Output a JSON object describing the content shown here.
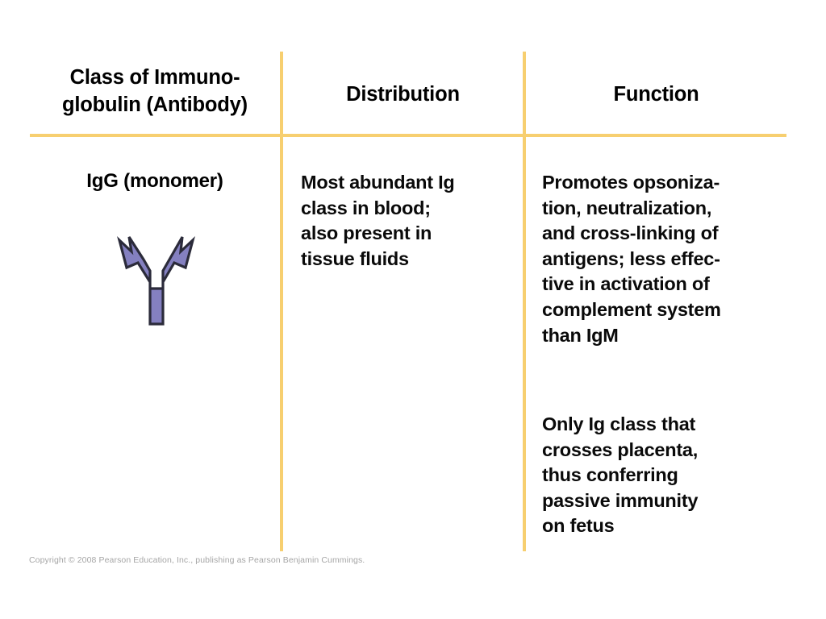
{
  "slide": {
    "background_color": "#ffffff",
    "rule_color": "#f7cf70",
    "text_color": "#000000"
  },
  "table": {
    "headers": [
      {
        "id": "class",
        "label": "Class of Immuno-\nglobulin (Antibody)"
      },
      {
        "id": "distribution",
        "label": "Distribution"
      },
      {
        "id": "function",
        "label": "Function"
      }
    ],
    "rows": [
      {
        "class_name": "IgG\n(monomer)",
        "icon": {
          "name": "antibody-monomer-icon",
          "fill_color": "#8480c0",
          "stroke_color": "#2b2b3a"
        },
        "distribution": "Most abundant Ig\nclass in blood;\nalso present in\ntissue fluids",
        "function_paragraph_1": "Promotes opsoniza-\ntion, neutralization,\nand cross-linking of\nantigens; less effec-\ntive in activation of\ncomplement system\nthan IgM",
        "function_paragraph_2": "Only Ig class that\ncrosses placenta,\nthus conferring\npassive immunity\non fetus"
      }
    ]
  },
  "footer": {
    "copyright": "Copyright © 2008 Pearson Education, Inc., publishing as Pearson Benjamin Cummings."
  }
}
